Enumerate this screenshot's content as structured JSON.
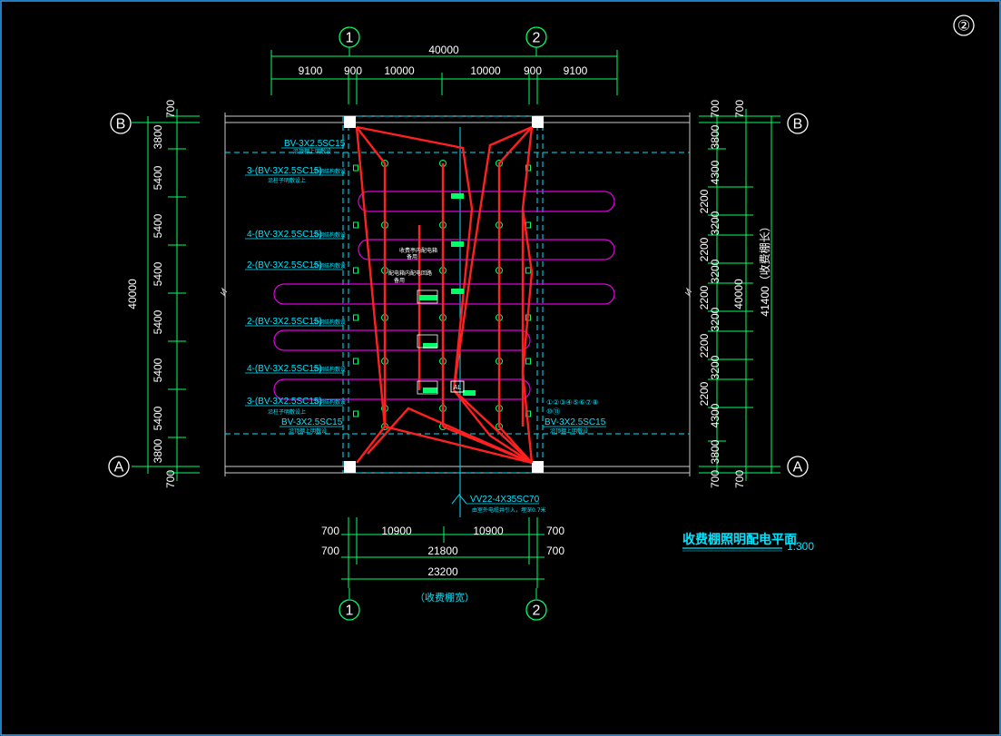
{
  "sheet_number": "②",
  "title": "收费棚照明配电平面",
  "scale": "1:300",
  "width_note": "（收费棚宽）",
  "length_note": "41400（收费棚长）",
  "axes": {
    "col1": "1",
    "col2": "2",
    "rowA": "A",
    "rowB": "B"
  },
  "top_dims": {
    "total": "40000",
    "segments": [
      "9100",
      "900",
      "10000",
      "10000",
      "900",
      "9100"
    ]
  },
  "bottom_dims": {
    "row1": [
      "700",
      "10900",
      "10900",
      "700"
    ],
    "row2": [
      "700",
      "21800",
      "700"
    ],
    "row3": "23200"
  },
  "left_dims": {
    "segments": [
      "700",
      "3800",
      "5400",
      "5400",
      "5400",
      "5400",
      "5400",
      "5400",
      "3800",
      "700"
    ],
    "total": "40000"
  },
  "right_dims": {
    "inner": [
      "700",
      "3800",
      "4300",
      "3200",
      "3200",
      "3200",
      "3200",
      "4300",
      "3800",
      "700"
    ],
    "outer": [
      "2200",
      "2200",
      "2200",
      "2200",
      "2200"
    ],
    "total": "40000"
  },
  "circuit_labels": [
    {
      "text": "BV-3X2.5SC15",
      "sub": "沿顶棚上明敷设"
    },
    {
      "text": "3-(BV-3X2.5SC15)",
      "sub": "沿钢结构敷设",
      "sub2": "沿柱子明敷设上"
    },
    {
      "text": "4-(BV-3X2.5SC15)",
      "sub": "沿钢结构敷设"
    },
    {
      "text": "2-(BV-3X2.5SC15)",
      "sub": "沿钢结构敷设"
    },
    {
      "text": "2-(BV-3X2.5SC15)",
      "sub": "沿钢结构敷设"
    },
    {
      "text": "4-(BV-3X2.5SC15)",
      "sub": "沿钢结构敷设"
    },
    {
      "text": "3-(BV-3X2.5SC15)",
      "sub": "沿钢结构敷设",
      "sub2": "沿柱子明敷设上"
    },
    {
      "text": "BV-3X2.5SC15",
      "sub": "沿顶棚上明敷设"
    }
  ],
  "right_label": {
    "text": "BV-3X2.5SC15",
    "sub": "沿顶棚上明敷设",
    "circles": "①②③④⑤⑥⑦⑧",
    "circles2": "⑩⑪"
  },
  "feeder": {
    "text": "VV22-4X35SC70",
    "sub": "由室外电缆井引入，埋深0.7米"
  },
  "panel_label": "AL",
  "inner_notes": [
    "收费亭内配电箱",
    "备用",
    "配电箱内配电回路",
    "备用"
  ]
}
